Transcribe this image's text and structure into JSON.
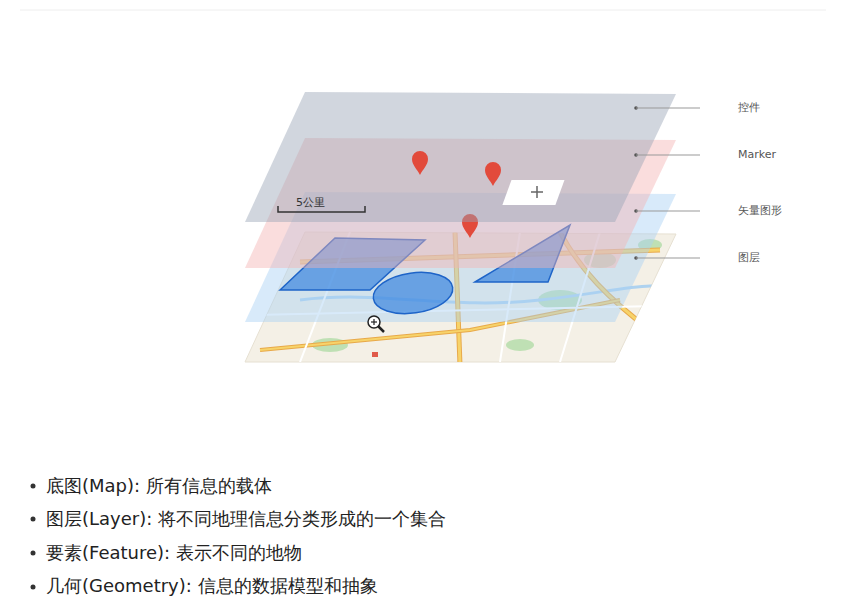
{
  "diagram": {
    "labels": [
      "5公里",
      "控件",
      "Marker",
      "矢量图形",
      "图层",
      "底图(Map): 所有信息的载体",
      "图层(Layer): 将不同地理信息分类形成的一个集合",
      "要素(Feature): 表示不同的地物",
      "几何(Geometry): 信息的数据模型和抽象"
    ]
  }
}
